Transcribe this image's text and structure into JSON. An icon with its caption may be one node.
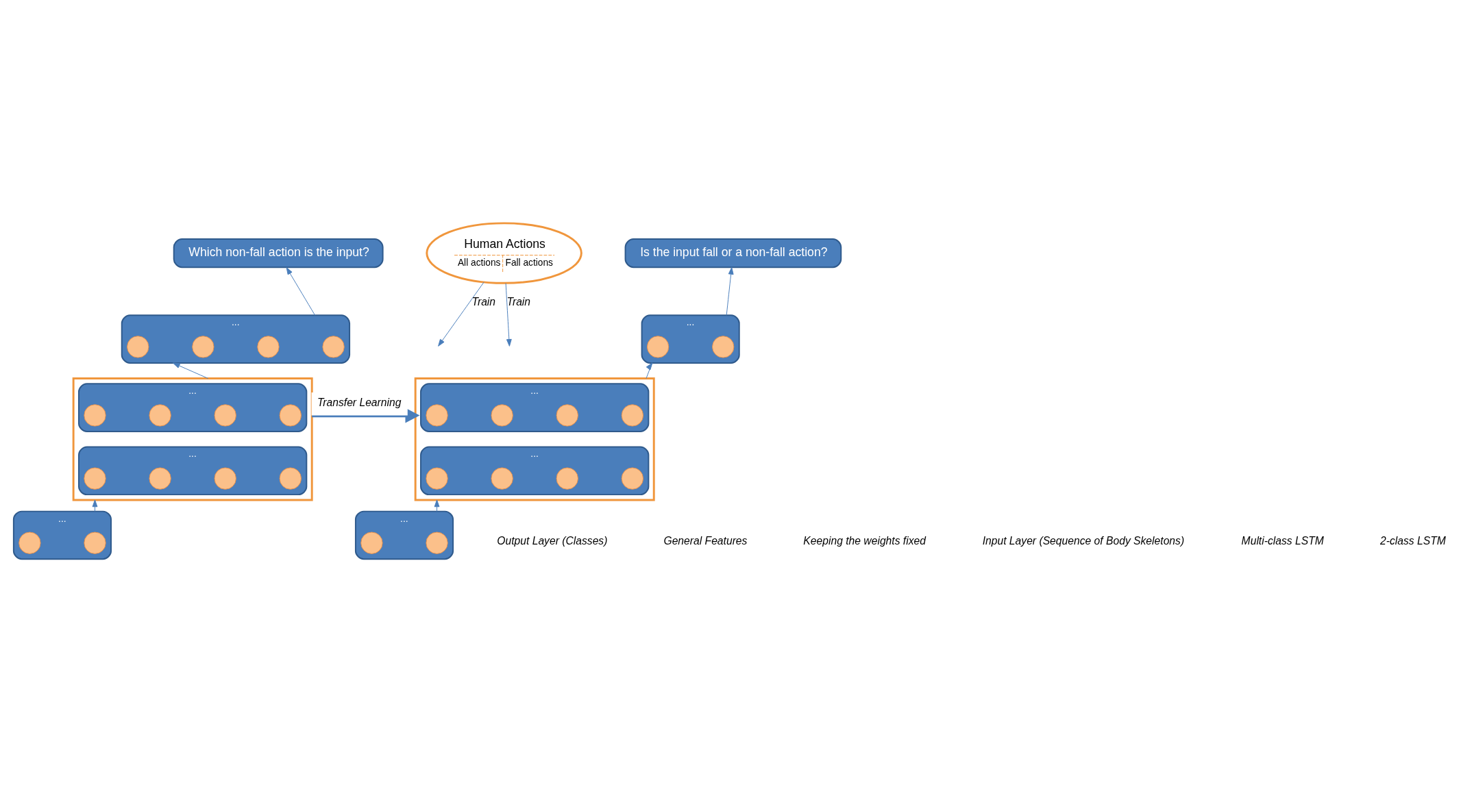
{
  "diagram": {
    "nodes": [
      {
        "text": [
          "Which non-fall action is the input?"
        ]
      },
      {
        "text": [
          "Human Actions",
          "All actions",
          "Fall actions"
        ]
      },
      {
        "text": [
          "Is the input fall or a non-fall action?"
        ]
      },
      {
        "text": [
          "..."
        ]
      },
      {
        "text": [],
        "shape": "circle",
        "in": 3
      },
      {
        "text": [],
        "shape": "circle",
        "in": 3
      },
      {
        "text": [],
        "shape": "circle",
        "in": 3
      },
      {
        "text": [],
        "shape": "circle",
        "in": 3
      },
      {
        "text": [
          "..."
        ]
      },
      {
        "text": [],
        "shape": "circle",
        "in": 8
      },
      {
        "text": [],
        "shape": "circle",
        "in": 8
      },
      {
        "text": [],
        "shape": "box"
      },
      {
        "text": [
          "..."
        ],
        "in": 11
      },
      {
        "text": [],
        "shape": "circle",
        "in": 12
      },
      {
        "text": [],
        "shape": "circle",
        "in": 12
      },
      {
        "text": [],
        "shape": "circle",
        "in": 12
      },
      {
        "text": [],
        "shape": "circle",
        "in": 12
      },
      {
        "text": [
          "..."
        ],
        "in": 11
      },
      {
        "text": [],
        "shape": "circle",
        "in": 17
      },
      {
        "text": [],
        "shape": "circle",
        "in": 17
      },
      {
        "text": [],
        "shape": "circle",
        "in": 17
      },
      {
        "text": [],
        "shape": "circle",
        "in": 17
      },
      {
        "text": [],
        "shape": "box"
      },
      {
        "text": [
          "..."
        ],
        "in": 22
      },
      {
        "text": [],
        "shape": "circle",
        "in": 23
      },
      {
        "text": [],
        "shape": "circle",
        "in": 23
      },
      {
        "text": [],
        "shape": "circle",
        "in": 23
      },
      {
        "text": [],
        "shape": "circle",
        "in": 23
      },
      {
        "text": [
          "..."
        ],
        "in": 22
      },
      {
        "text": [],
        "shape": "circle",
        "in": 28
      },
      {
        "text": [],
        "shape": "circle",
        "in": 28
      },
      {
        "text": [],
        "shape": "circle",
        "in": 28
      },
      {
        "text": [],
        "shape": "circle",
        "in": 28
      },
      {
        "text": [
          "..."
        ]
      },
      {
        "text": [],
        "shape": "circle",
        "in": 33
      },
      {
        "text": [],
        "shape": "circle",
        "in": 33
      },
      {
        "text": [
          "..."
        ]
      },
      {
        "text": [],
        "shape": "circle",
        "in": 36
      },
      {
        "text": [],
        "shape": "circle",
        "in": 36
      }
    ],
    "edges": [
      {
        "from": 33,
        "to": 11,
        "arrow": "to"
      },
      {
        "from": 11,
        "to": 3,
        "arrow": "to"
      },
      {
        "from": 3,
        "to": 0,
        "arrow": "to"
      },
      {
        "from": 1,
        "to": null,
        "arrow": "to",
        "label": "Train"
      },
      {
        "from": 1,
        "to": null,
        "arrow": "to",
        "label": "Train"
      },
      {
        "from": 11,
        "to": 22,
        "arrow": "to",
        "label": "Transfer Learning",
        "style": "thick"
      },
      {
        "from": 36,
        "to": 22,
        "arrow": "to"
      },
      {
        "from": 22,
        "to": 8,
        "arrow": "to"
      },
      {
        "from": 8,
        "to": 2,
        "arrow": "to"
      }
    ],
    "labels": [
      "Output Layer (Classes)",
      "General Features",
      "Keeping the weights fixed",
      "Input Layer (Sequence of Body Skeletons)",
      "Multi-class LSTM",
      "2-class LSTM"
    ]
  }
}
